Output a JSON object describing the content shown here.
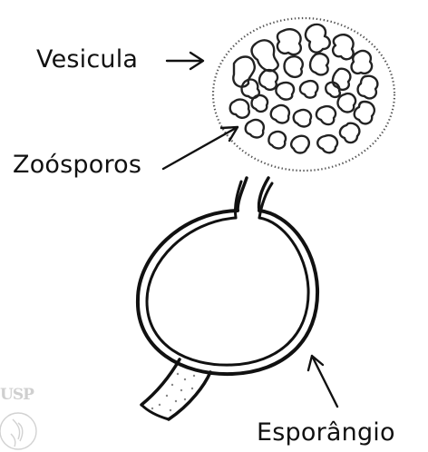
{
  "labels": {
    "vesicula": "Vesicula",
    "zoosporos": "Zoósporos",
    "esporangio": "Esporângio"
  },
  "logo": {
    "text": "USP",
    "color": "#cfcfcf"
  },
  "colors": {
    "ink": "#111111",
    "background": "#ffffff",
    "vesicle_outline": "#555555"
  }
}
